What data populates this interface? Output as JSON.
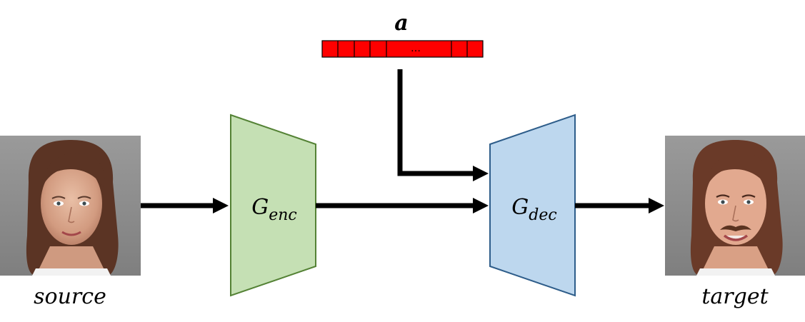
{
  "labels": {
    "attribute_vector": "a",
    "vector_ellipsis": "…",
    "encoder_main": "G",
    "encoder_sub": "enc",
    "decoder_main": "G",
    "decoder_sub": "dec",
    "source": "source",
    "target": "target"
  },
  "colors": {
    "encoder_fill": "#c5e0b4",
    "encoder_stroke": "#548235",
    "decoder_fill": "#bdd7ee",
    "decoder_stroke": "#2e5d8a",
    "vector_fill": "#ff0000",
    "arrow": "#000000"
  },
  "images": {
    "source_face": "face-photo",
    "target_face": "face-photo-with-mustache"
  }
}
